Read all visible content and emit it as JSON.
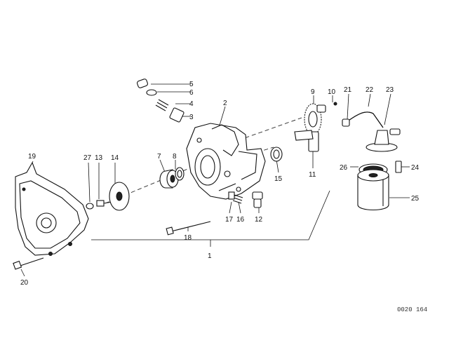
{
  "diagram": {
    "reference_code": "0020 164",
    "callouts": {
      "c1": "1",
      "c2": "2",
      "c3": "3",
      "c4": "4",
      "c5": "5",
      "c6": "6",
      "c7": "7",
      "c8": "8",
      "c9": "9",
      "c10": "10",
      "c11": "11",
      "c12": "12",
      "c13": "13",
      "c14": "14",
      "c15": "15",
      "c16": "16",
      "c17": "17",
      "c18": "18",
      "c19": "19",
      "c20": "20",
      "c21": "21",
      "c22": "22",
      "c23": "23",
      "c24": "24",
      "c25": "25",
      "c26": "26",
      "c27": "27"
    }
  }
}
